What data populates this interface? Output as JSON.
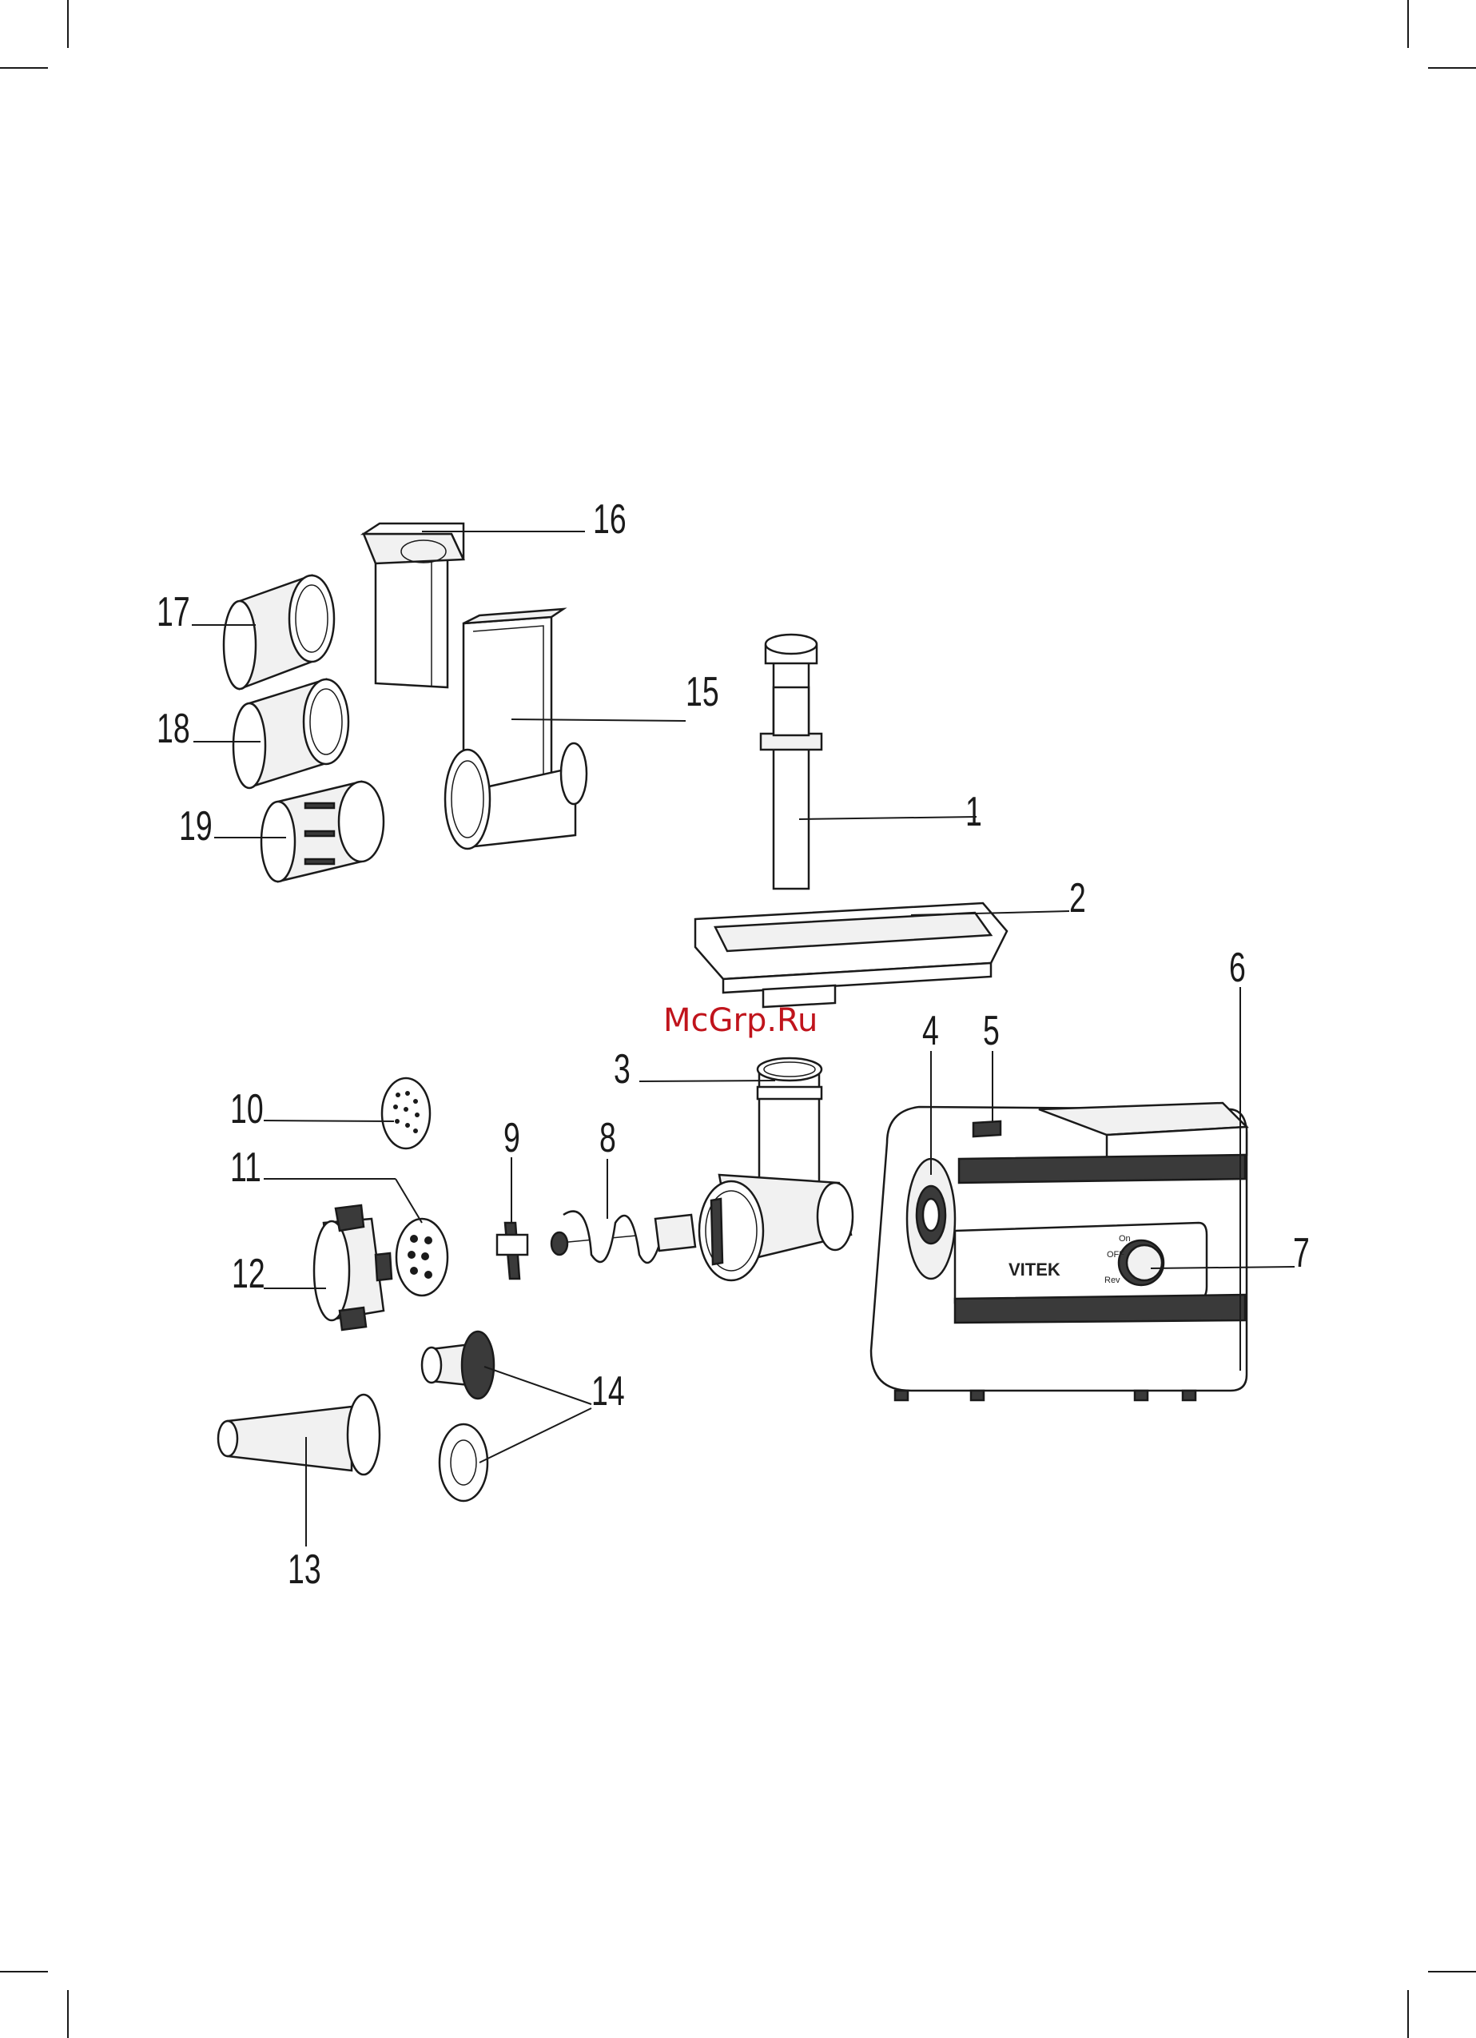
{
  "watermark": "McGrp.Ru",
  "brand": "VITEK",
  "dial": {
    "reverse": "Rev",
    "off": "OFF",
    "on": "On"
  },
  "labels": [
    {
      "id": "1",
      "text": "1"
    },
    {
      "id": "2",
      "text": "2"
    },
    {
      "id": "3",
      "text": "3"
    },
    {
      "id": "4",
      "text": "4"
    },
    {
      "id": "5",
      "text": "5"
    },
    {
      "id": "6",
      "text": "6"
    },
    {
      "id": "7",
      "text": "7"
    },
    {
      "id": "8",
      "text": "8"
    },
    {
      "id": "9",
      "text": "9"
    },
    {
      "id": "10",
      "text": "10"
    },
    {
      "id": "11",
      "text": "11"
    },
    {
      "id": "12",
      "text": "12"
    },
    {
      "id": "13",
      "text": "13"
    },
    {
      "id": "14",
      "text": "14"
    },
    {
      "id": "15",
      "text": "15"
    },
    {
      "id": "16",
      "text": "16"
    },
    {
      "id": "17",
      "text": "17"
    },
    {
      "id": "18",
      "text": "18"
    },
    {
      "id": "19",
      "text": "19"
    }
  ]
}
